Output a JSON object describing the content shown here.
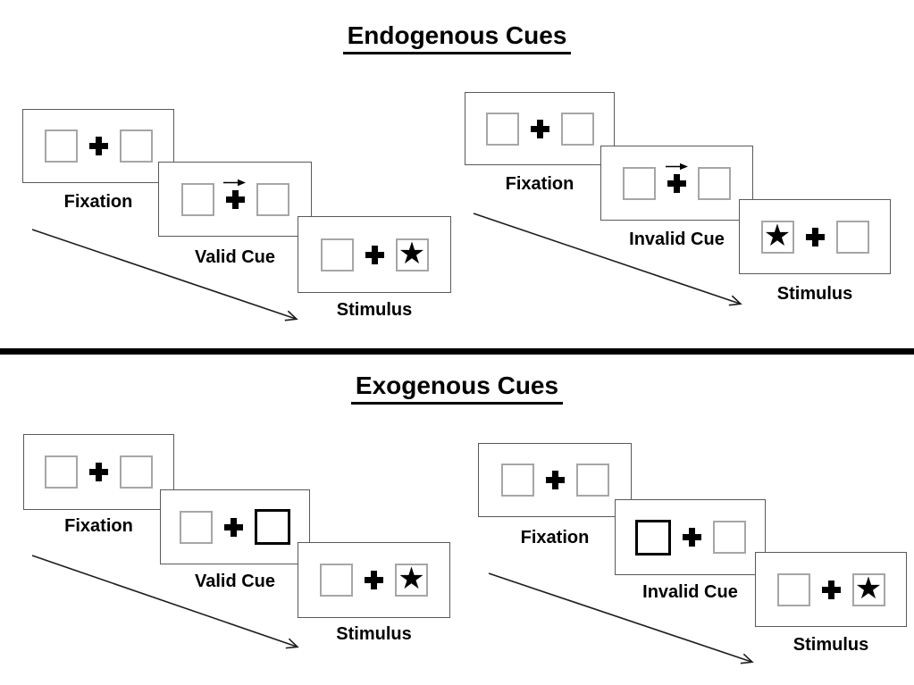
{
  "colors": {
    "background": "#ffffff",
    "panel_border": "#595959",
    "placeholder_box_border": "#a6a6a6",
    "cue_box_border": "#000000",
    "text": "#000000",
    "divider": "#000000",
    "arrow": "#1d1d1d"
  },
  "icons": {
    "fixation_cross": "plus-cross-icon",
    "cue_arrow": "right-arrow-icon",
    "star_char": "★",
    "sequence_arrow": "diagonal-arrow-icon"
  },
  "sections": [
    {
      "title": "Endogenous Cues",
      "groups": [
        {
          "name": "valid-trial",
          "panels": [
            {
              "label": "Fixation",
              "content": "two empty boxes with central fixation cross"
            },
            {
              "label": "Valid Cue",
              "content": "arrow above fixation cross pointing right",
              "cue": "arrow-right"
            },
            {
              "label": "Stimulus",
              "content": "star in right box",
              "star_position": "right"
            }
          ]
        },
        {
          "name": "invalid-trial",
          "panels": [
            {
              "label": "Fixation",
              "content": "two empty boxes with central fixation cross"
            },
            {
              "label": "Invalid Cue",
              "content": "arrow above fixation cross pointing right",
              "cue": "arrow-right"
            },
            {
              "label": "Stimulus",
              "content": "star in left box",
              "star_position": "left"
            }
          ]
        }
      ]
    },
    {
      "title": "Exogenous Cues",
      "groups": [
        {
          "name": "valid-trial",
          "panels": [
            {
              "label": "Fixation",
              "content": "two empty boxes with central fixation cross"
            },
            {
              "label": "Valid Cue",
              "content": "right box highlighted with thick border",
              "cue": "box-right"
            },
            {
              "label": "Stimulus",
              "content": "star in right box",
              "star_position": "right"
            }
          ]
        },
        {
          "name": "invalid-trial",
          "panels": [
            {
              "label": "Fixation",
              "content": "two empty boxes with central fixation cross"
            },
            {
              "label": "Invalid Cue",
              "content": "left box highlighted with thick border",
              "cue": "box-left"
            },
            {
              "label": "Stimulus",
              "content": "star in right box",
              "star_position": "right"
            }
          ]
        }
      ]
    }
  ]
}
